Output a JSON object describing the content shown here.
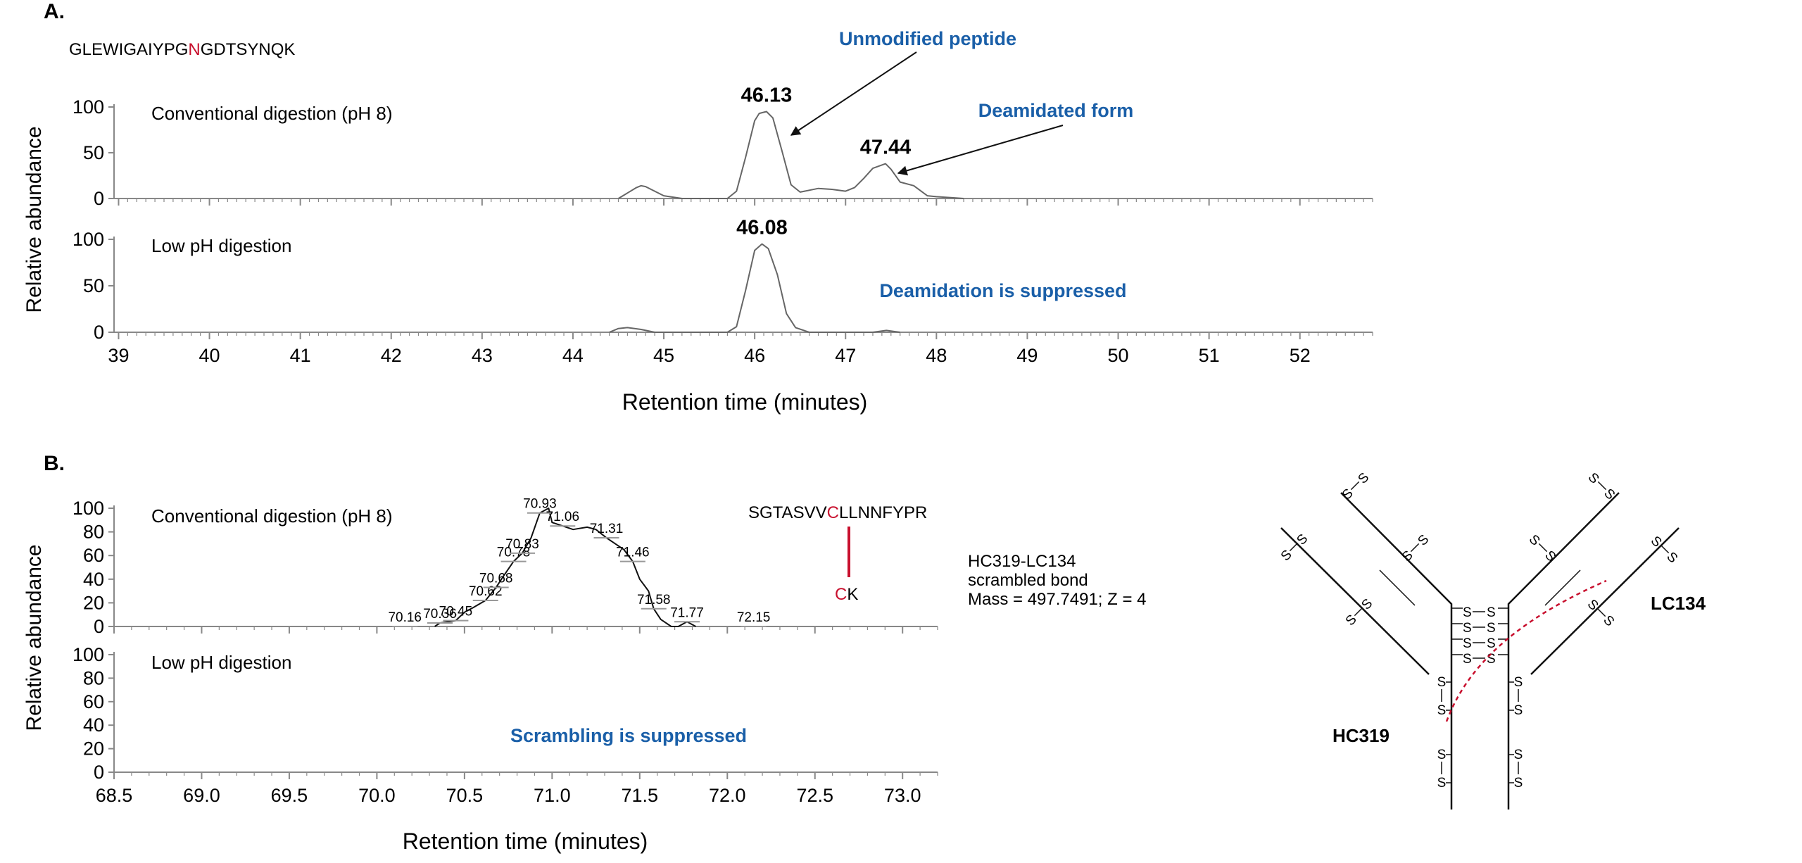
{
  "colors": {
    "trace": "#666666",
    "axis": "#888888",
    "note": "#1a5fa8",
    "highlight": "#c8102e",
    "text": "#111111"
  },
  "panel_a": {
    "letter": "A.",
    "peptide_prefix": "GLEWIGAIYPG",
    "peptide_site": "N",
    "peptide_suffix": "GDTSYNQK",
    "y_axis_label": "Relative abundance",
    "x_axis_label": "Retention time (minutes)",
    "callout_unmodified": "Unmodified peptide",
    "callout_deamidated": "Deamidated form",
    "note_suppressed": "Deamidation is suppressed"
  },
  "panel_b": {
    "letter": "B.",
    "y_axis_label": "Relative abundance",
    "x_axis_label": "Retention time (minutes)",
    "note_suppressed": "Scrambling is suppressed",
    "peptide_prefix": "SGTASVV",
    "peptide_site": "C",
    "peptide_suffix": "LLNNFYPR",
    "partner_site": "C",
    "partner_suffix": "K",
    "bond_line1": "HC319-LC134",
    "bond_line2": "scrambled bond",
    "bond_line3": "Mass = 497.7491; Z = 4"
  },
  "antibody": {
    "label_lc": "LC134",
    "label_hc": "HC319",
    "disulfide_letter": "S"
  },
  "chart_data": [
    {
      "type": "line",
      "title": "Conventional digestion (pH 8)",
      "xlabel": "Retention time (minutes)",
      "ylabel": "Relative abundance",
      "xlim": [
        38.95,
        52.8
      ],
      "ylim": [
        0,
        100
      ],
      "x_ticks": [
        "39",
        "40",
        "41",
        "42",
        "43",
        "44",
        "45",
        "46",
        "47",
        "48",
        "49",
        "50",
        "51",
        "52"
      ],
      "y_ticks": [
        "0",
        "50",
        "100"
      ],
      "x": [
        44.5,
        44.6,
        44.7,
        44.75,
        44.8,
        44.9,
        45.0,
        45.2,
        45.7,
        45.8,
        45.9,
        46.0,
        46.05,
        46.13,
        46.2,
        46.3,
        46.4,
        46.5,
        46.7,
        46.85,
        47.0,
        47.1,
        47.2,
        47.3,
        47.44,
        47.5,
        47.6,
        47.75,
        47.9,
        48.0,
        48.3
      ],
      "y": [
        0,
        6,
        12,
        14,
        13,
        8,
        3,
        0,
        0,
        8,
        45,
        85,
        93,
        95,
        88,
        52,
        15,
        7,
        11,
        10,
        8,
        12,
        22,
        33,
        38,
        32,
        18,
        14,
        3,
        2,
        0
      ],
      "peak_labels": [
        {
          "x": 46.13,
          "label": "46.13"
        },
        {
          "x": 47.44,
          "label": "47.44"
        }
      ]
    },
    {
      "type": "line",
      "title": "Low pH digestion",
      "xlabel": "Retention time (minutes)",
      "ylabel": "Relative abundance",
      "xlim": [
        38.95,
        52.8
      ],
      "ylim": [
        0,
        100
      ],
      "x_ticks": [
        "39",
        "40",
        "41",
        "42",
        "43",
        "44",
        "45",
        "46",
        "47",
        "48",
        "49",
        "50",
        "51",
        "52"
      ],
      "y_ticks": [
        "0",
        "50",
        "100"
      ],
      "x": [
        44.4,
        44.5,
        44.6,
        44.75,
        44.9,
        45.7,
        45.8,
        45.9,
        46.0,
        46.08,
        46.15,
        46.25,
        46.35,
        46.45,
        46.6,
        47.3,
        47.45,
        47.6
      ],
      "y": [
        0,
        4,
        5,
        3,
        0,
        0,
        6,
        45,
        88,
        95,
        90,
        62,
        20,
        5,
        0,
        0,
        2,
        0
      ],
      "peak_labels": [
        {
          "x": 46.08,
          "label": "46.08"
        }
      ]
    },
    {
      "type": "line",
      "title": "Conventional digestion (pH 8)",
      "xlabel": "Retention time (minutes)",
      "ylabel": "Relative abundance",
      "xlim": [
        68.5,
        73.2
      ],
      "ylim": [
        0,
        100
      ],
      "x_ticks": [
        "68.5",
        "69.0",
        "69.5",
        "70.0",
        "70.5",
        "71.0",
        "71.5",
        "72.0",
        "72.5",
        "73.0"
      ],
      "y_ticks": [
        "0",
        "20",
        "40",
        "60",
        "80",
        "100"
      ],
      "x": [
        70.33,
        70.36,
        70.45,
        70.5,
        70.55,
        70.62,
        70.68,
        70.72,
        70.78,
        70.83,
        70.88,
        70.93,
        70.98,
        71.0,
        71.06,
        71.12,
        71.2,
        71.25,
        71.31,
        71.36,
        71.41,
        71.46,
        71.5,
        71.55,
        71.58,
        71.62,
        71.68,
        71.72,
        71.77,
        71.82
      ],
      "y": [
        0,
        3,
        5,
        12,
        16,
        22,
        33,
        42,
        55,
        62,
        75,
        96,
        100,
        88,
        85,
        82,
        84,
        82,
        75,
        70,
        65,
        55,
        40,
        30,
        15,
        6,
        0,
        0,
        4,
        0
      ],
      "peak_labels": [
        {
          "x": 70.16,
          "label": "70.16"
        },
        {
          "x": 70.36,
          "label": "70.36"
        },
        {
          "x": 70.45,
          "label": "70.45"
        },
        {
          "x": 70.62,
          "label": "70.62"
        },
        {
          "x": 70.68,
          "label": "70.68"
        },
        {
          "x": 70.78,
          "label": "70.78"
        },
        {
          "x": 70.83,
          "label": "70.83"
        },
        {
          "x": 70.93,
          "label": "70.93"
        },
        {
          "x": 71.06,
          "label": "71.06"
        },
        {
          "x": 71.31,
          "label": "71.31"
        },
        {
          "x": 71.46,
          "label": "71.46"
        },
        {
          "x": 71.58,
          "label": "71.58"
        },
        {
          "x": 71.77,
          "label": "71.77"
        },
        {
          "x": 72.15,
          "label": "72.15"
        }
      ]
    },
    {
      "type": "line",
      "title": "Low pH digestion",
      "xlabel": "Retention time (minutes)",
      "ylabel": "Relative abundance",
      "xlim": [
        68.5,
        73.2
      ],
      "ylim": [
        0,
        100
      ],
      "x_ticks": [
        "68.5",
        "69.0",
        "69.5",
        "70.0",
        "70.5",
        "71.0",
        "71.5",
        "72.0",
        "72.5",
        "73.0"
      ],
      "y_ticks": [
        "0",
        "20",
        "40",
        "60",
        "80",
        "100"
      ],
      "x": [],
      "y": [],
      "peak_labels": []
    }
  ]
}
